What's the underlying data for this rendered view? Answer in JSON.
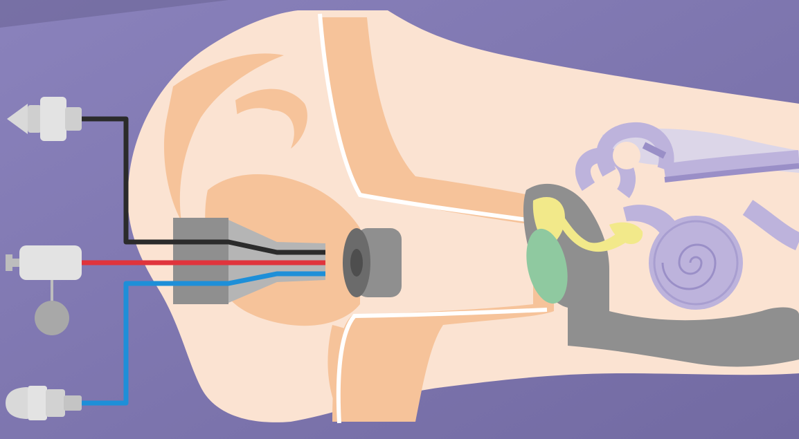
{
  "diagram": {
    "parts": [
      {
        "id": "pinna",
        "icon": "ear-icon"
      },
      {
        "id": "ear-canal",
        "icon": "canal-icon"
      },
      {
        "id": "probe",
        "icon": "probe-icon"
      },
      {
        "id": "foam-tip",
        "icon": "foam-tip-icon"
      },
      {
        "id": "eardrum",
        "icon": "eardrum-icon"
      },
      {
        "id": "ossicles",
        "icon": "ossicles-icon"
      },
      {
        "id": "cochlea",
        "icon": "cochlea-icon"
      },
      {
        "id": "semicircular-canals",
        "icon": "semicircular-canals-icon"
      },
      {
        "id": "microphone",
        "icon": "microphone-icon"
      },
      {
        "id": "pump",
        "icon": "pump-icon"
      },
      {
        "id": "speaker",
        "icon": "speaker-icon"
      }
    ],
    "wires": [
      {
        "from": "microphone",
        "color": "#2b2b2b"
      },
      {
        "from": "pump",
        "color": "#e0343c"
      },
      {
        "from": "speaker",
        "color": "#1e8fd8"
      }
    ]
  },
  "colors": {
    "background": "#8078b0",
    "skin": "#fbe3d2",
    "flesh": "#f6c39a",
    "bone": "#8f8f8f",
    "ossicles": "#f2e98a",
    "eardrum": "#8fc9a0",
    "cochlea": "#bdb3dc"
  }
}
